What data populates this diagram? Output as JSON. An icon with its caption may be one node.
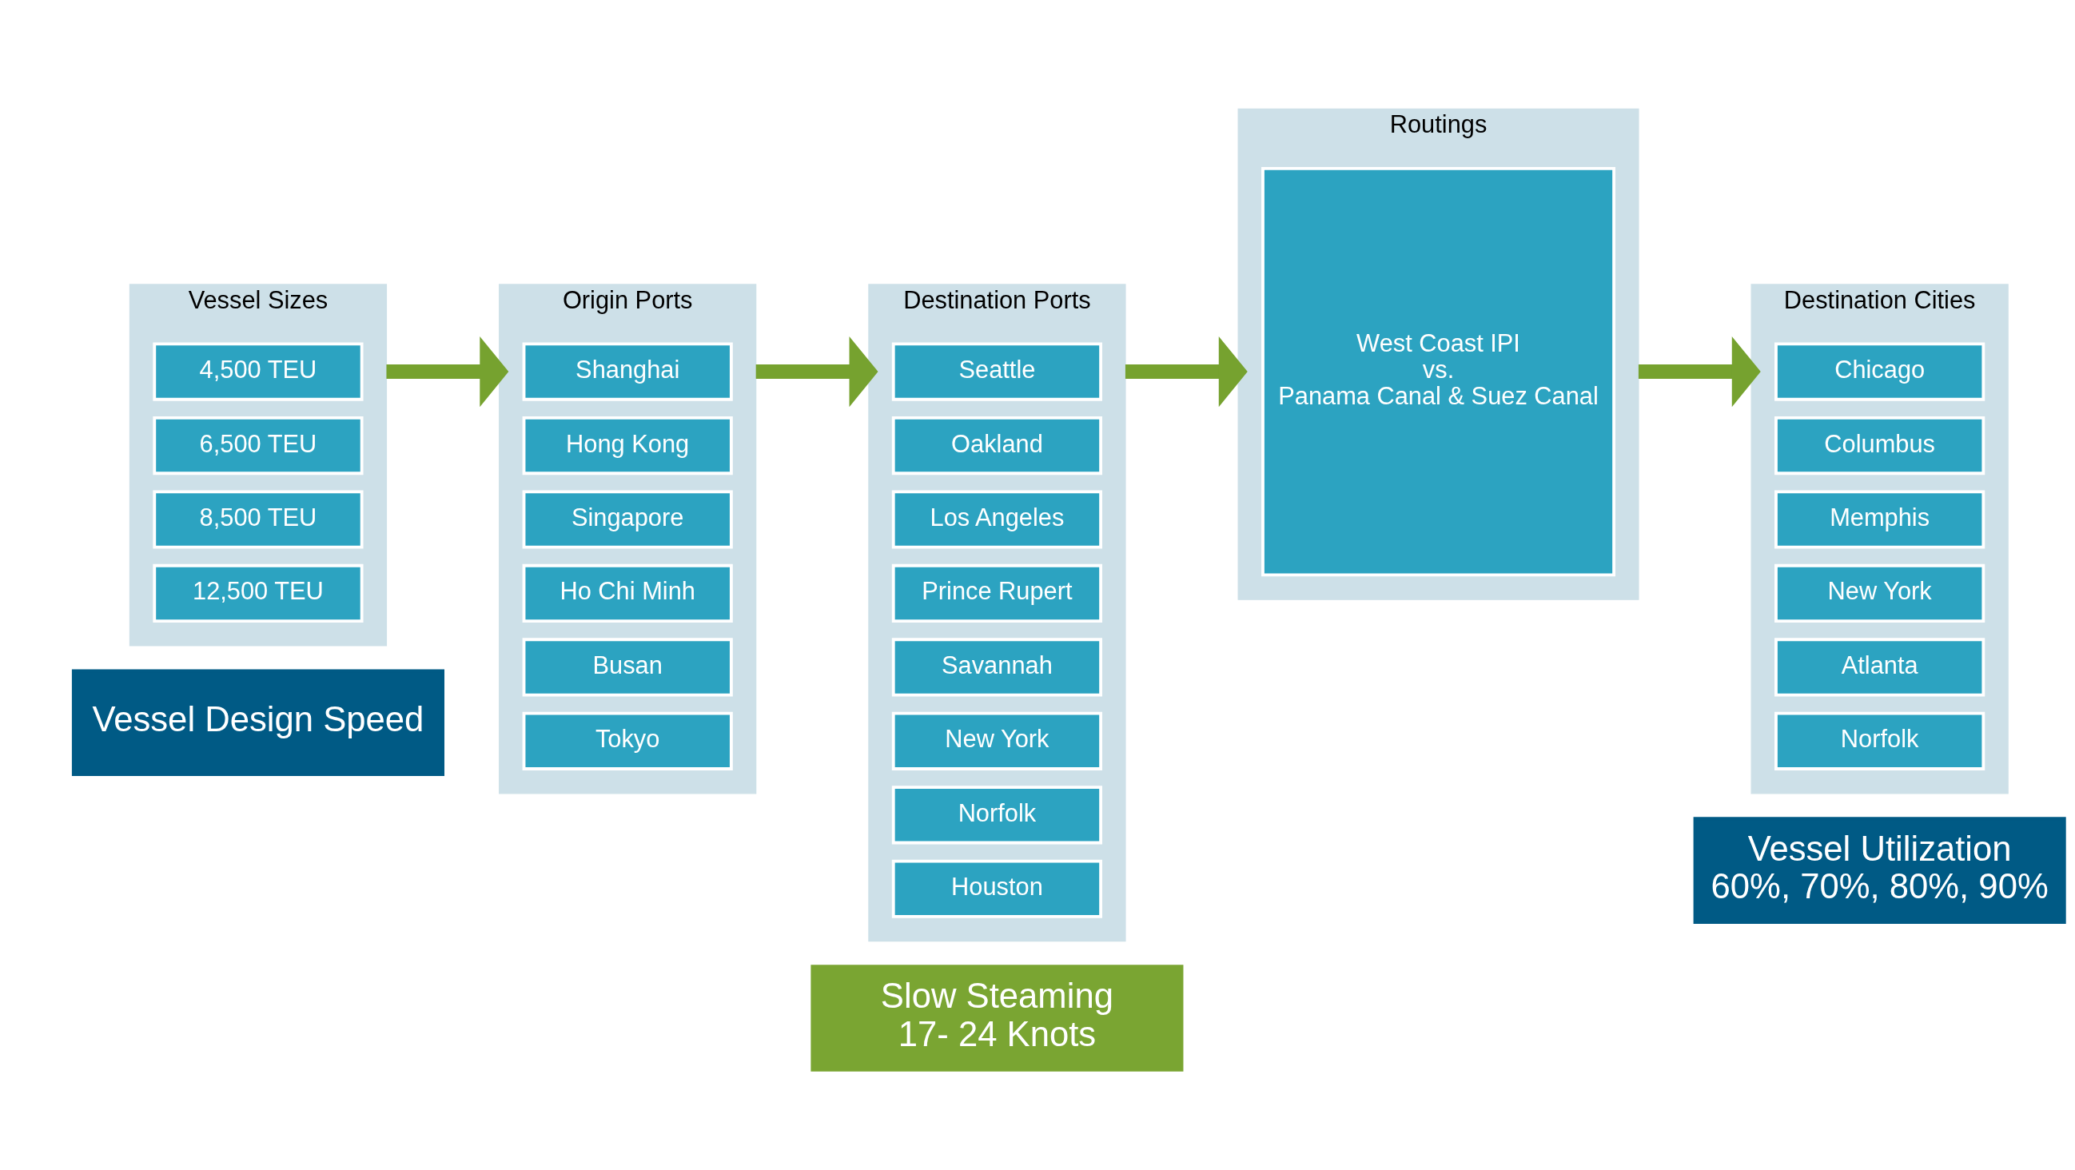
{
  "diagram": {
    "nodes": [
      {
        "text": [
          "Vessel Design Speed"
        ]
      },
      {
        "text": [
          "Slow Steaming",
          "17- 24 Knots"
        ]
      },
      {
        "text": [
          "Vessel Utilization",
          "60%, 70%, 80%, 90%"
        ]
      },
      {
        "text": [
          "Vessel Sizes"
        ]
      },
      {
        "text": [
          "4,500 TEU"
        ],
        "in": 3
      },
      {
        "text": [
          "6,500 TEU"
        ],
        "in": 3
      },
      {
        "text": [
          "8,500 TEU"
        ],
        "in": 3
      },
      {
        "text": [
          "12,500 TEU"
        ],
        "in": 3
      },
      {
        "text": [
          "Origin Ports"
        ]
      },
      {
        "text": [
          "Shanghai"
        ],
        "in": 8
      },
      {
        "text": [
          "Hong Kong"
        ],
        "in": 8
      },
      {
        "text": [
          "Singapore"
        ],
        "in": 8
      },
      {
        "text": [
          "Ho Chi Minh"
        ],
        "in": 8
      },
      {
        "text": [
          "Busan"
        ],
        "in": 8
      },
      {
        "text": [
          "Tokyo"
        ],
        "in": 8
      },
      {
        "text": [
          "Destination Ports"
        ]
      },
      {
        "text": [
          "Seattle"
        ],
        "in": 15
      },
      {
        "text": [
          "Oakland"
        ],
        "in": 15
      },
      {
        "text": [
          "Los Angeles"
        ],
        "in": 15
      },
      {
        "text": [
          "Prince Rupert"
        ],
        "in": 15
      },
      {
        "text": [
          "Savannah"
        ],
        "in": 15
      },
      {
        "text": [
          "New York"
        ],
        "in": 15
      },
      {
        "text": [
          "Norfolk"
        ],
        "in": 15
      },
      {
        "text": [
          "Houston"
        ],
        "in": 15
      },
      {
        "text": [
          "Routings"
        ]
      },
      {
        "text": [
          "West Coast IPI",
          "vs.",
          "Panama Canal & Suez Canal"
        ],
        "in": 24
      },
      {
        "text": [
          "Destination Cities"
        ]
      },
      {
        "text": [
          "Chicago"
        ],
        "in": 26
      },
      {
        "text": [
          "Columbus"
        ],
        "in": 26
      },
      {
        "text": [
          "Memphis"
        ],
        "in": 26
      },
      {
        "text": [
          "New York"
        ],
        "in": 26
      },
      {
        "text": [
          "Atlanta"
        ],
        "in": 26
      },
      {
        "text": [
          "Norfolk"
        ],
        "in": 26
      }
    ],
    "edges": [
      {
        "from": 3,
        "to": 8,
        "arrow": "to"
      },
      {
        "from": 8,
        "to": 15,
        "arrow": "to"
      },
      {
        "from": 15,
        "to": 24,
        "arrow": "to"
      },
      {
        "from": 24,
        "to": 26,
        "arrow": "to"
      }
    ]
  }
}
